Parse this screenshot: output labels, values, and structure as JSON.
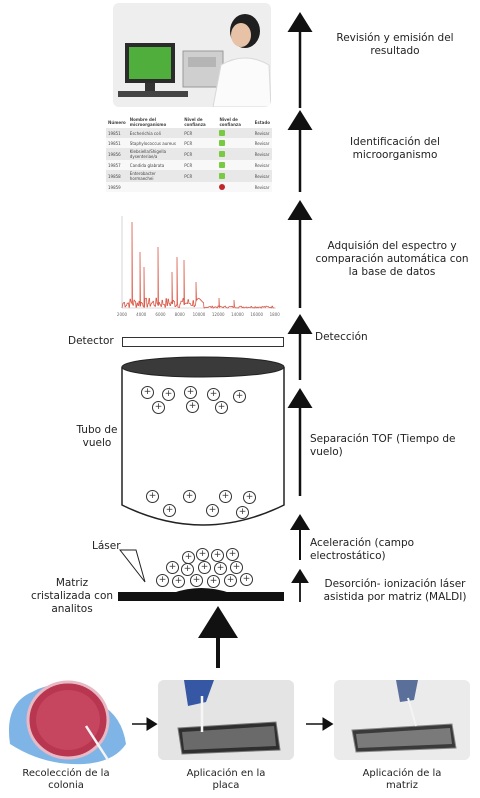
{
  "flow_steps": [
    {
      "text": "Revisión y emisión del resultado"
    },
    {
      "text": "Identificación del microorganismo"
    },
    {
      "text": "Adquisión del espectro y comparación automática con la base de datos"
    },
    {
      "text": "Detección"
    },
    {
      "text": "Separación TOF (Tiempo de vuelo)"
    },
    {
      "text": "Aceleración (campo electrostático)"
    },
    {
      "text": "Desorción- ionización láser asistida por matriz (MALDI)"
    }
  ],
  "apparatus": {
    "detector": "Detector",
    "tube": "Tubo de vuelo",
    "laser": "Láser",
    "matrix": "Matriz cristalizada con analitos",
    "ion_symbol": "+"
  },
  "photos": [
    {
      "caption": "Recolección de la colonia"
    },
    {
      "caption": "Aplicación en la placa"
    },
    {
      "caption": "Aplicación de la matriz"
    }
  ],
  "results_table": {
    "headers": [
      "Número",
      "Nombre del microorganismo",
      "Nivel de confianza",
      "Nivel de confianza",
      "Estado"
    ],
    "rows": [
      {
        "num": "19851",
        "name": "Escherichia coli",
        "level": "PCR",
        "status": "Revisar",
        "dot": "green"
      },
      {
        "num": "19851",
        "name": "Staphylococcus aureus",
        "level": "PCR",
        "status": "Revisar",
        "dot": "green"
      },
      {
        "num": "19856",
        "name": "Klebsiella/Shigella dysenteriae/a",
        "level": "PCR",
        "status": "Revisar",
        "dot": "green"
      },
      {
        "num": "19857",
        "name": "Candida glabrata",
        "level": "PCR",
        "status": "Revisar",
        "dot": "green"
      },
      {
        "num": "19858",
        "name": "Enterobacter hormaechei",
        "level": "PCR",
        "status": "Revisar",
        "dot": "green"
      },
      {
        "num": "19859",
        "name": "",
        "level": "",
        "status": "Revisar",
        "dot": "red"
      }
    ]
  },
  "spectrum_axis": [
    "2000",
    "4000",
    "6000",
    "8000",
    "10000",
    "12000",
    "14000",
    "16000",
    "18000"
  ],
  "colors": {
    "arrow": "#111111",
    "spectrum": "#d95b4a",
    "dot_green": "#7ac943",
    "dot_red": "#c0272d",
    "tube_top": "#3a3a3a"
  }
}
